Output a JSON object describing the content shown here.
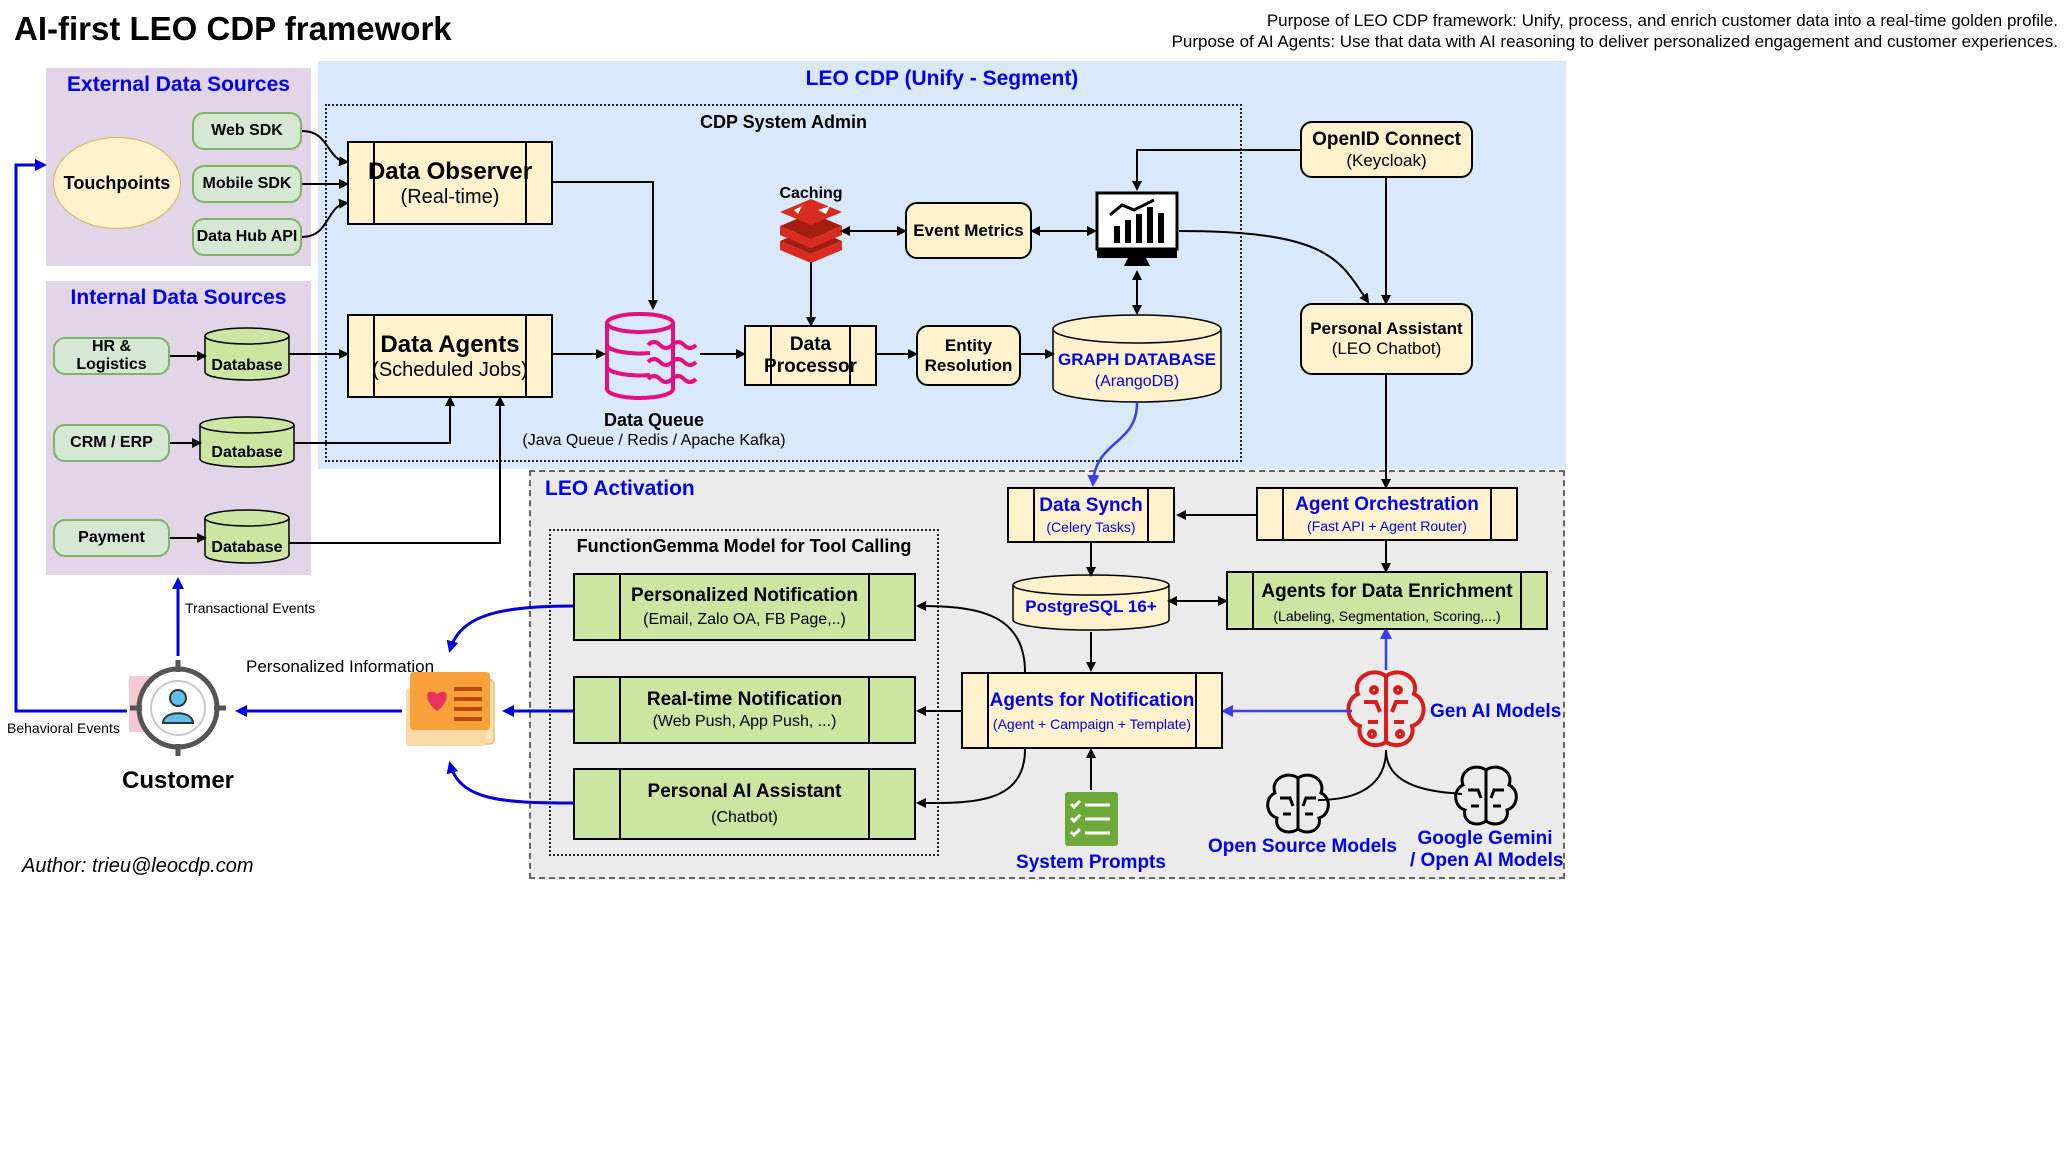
{
  "header": {
    "title": "AI-first LEO CDP framework",
    "purpose1": "Purpose of LEO CDP framework: Unify, process, and enrich customer data into a real-time golden profile.",
    "purpose2": "Purpose of AI Agents: Use that data with AI reasoning to deliver personalized engagement and customer experiences."
  },
  "external": {
    "title": "External Data Sources",
    "touchpoints": "Touchpoints",
    "web_sdk": "Web SDK",
    "mobile_sdk": "Mobile SDK",
    "data_hub_api": "Data Hub API"
  },
  "internal": {
    "title": "Internal Data Sources",
    "hr": "HR & Logistics",
    "crm": "CRM / ERP",
    "payment": "Payment",
    "database": "Database"
  },
  "cdp": {
    "title": "LEO CDP (Unify - Segment)",
    "admin_title": "CDP System Admin",
    "observer_title": "Data Observer",
    "observer_sub": "(Real-time)",
    "agents_title": "Data Agents",
    "agents_sub": "(Scheduled Jobs)",
    "queue_title": "Data Queue",
    "queue_sub": "(Java Queue / Redis / Apache Kafka)",
    "caching": "Caching",
    "event_metrics": "Event Metrics",
    "processor_l1": "Data",
    "processor_l2": "Processor",
    "entity_l1": "Entity",
    "entity_l2": "Resolution",
    "graph_title": "GRAPH DATABASE",
    "graph_sub": "(ArangoDB)",
    "openid_title": "OpenID Connect",
    "openid_sub": "(Keycloak)",
    "assistant_title": "Personal Assistant",
    "assistant_sub": "(LEO Chatbot)"
  },
  "activation": {
    "title": "LEO Activation",
    "fg_title": "FunctionGemma Model for Tool Calling",
    "pn_title": "Personalized Notification",
    "pn_sub": "(Email, Zalo OA, FB Page,..)",
    "rt_title": "Real-time Notification",
    "rt_sub": "(Web Push, App Push, ...)",
    "pa_title": "Personal AI Assistant",
    "pa_sub": "(Chatbot)",
    "sync_title": "Data Synch",
    "sync_sub": "(Celery Tasks)",
    "orch_title": "Agent Orchestration",
    "orch_sub": "(Fast API + Agent Router)",
    "postgres": "PostgreSQL 16+",
    "enrich_title": "Agents for Data Enrichment",
    "enrich_sub": "(Labeling, Segmentation, Scoring,...)",
    "notif_title": "Agents for Notification",
    "notif_sub": "(Agent + Campaign + Template)",
    "genai": "Gen AI Models",
    "prompts": "System Prompts",
    "oss": "Open Source Models",
    "gemini_l1": "Google Gemini",
    "gemini_l2": "/ Open AI Models"
  },
  "customer": {
    "label": "Customer",
    "behavioral": "Behavioral Events",
    "transactional": "Transactional Events",
    "personalized_info": "Personalized Information"
  },
  "author": "Author: trieu@leocdp.com",
  "colors": {
    "purple": "#e1d5e7",
    "blue_region": "#dae8fc",
    "gray_region": "#ebebeb",
    "yellow": "#fff2cc",
    "green": "#cce5a0",
    "flow_blue": "#0000dd",
    "redis_red": "#d82c20",
    "queue_pink": "#e0107e"
  }
}
